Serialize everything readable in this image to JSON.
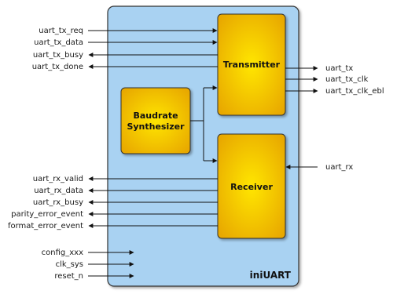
{
  "module": {
    "name": "iniUART",
    "fill": "#a9d2f2",
    "stroke": "#333333"
  },
  "blocks": {
    "transmitter": "Transmitter",
    "receiver": "Receiver",
    "baudrate_line1": "Baudrate",
    "baudrate_line2": "Synthesizer",
    "fill_center": "#ffe600",
    "fill_edge": "#e8a800"
  },
  "signals": {
    "tx_req": "uart_tx_req",
    "tx_data": "uart_tx_data",
    "tx_busy": "uart_tx_busy",
    "tx_done": "uart_tx_done",
    "rx_valid": "uart_rx_valid",
    "rx_data": "uart_rx_data",
    "rx_busy": "uart_rx_busy",
    "parity_error": "parity_error_event",
    "format_error": "format_error_event",
    "config": "config_xxx",
    "clk": "clk_sys",
    "reset": "reset_n",
    "tx": "uart_tx",
    "tx_clk": "uart_tx_clk",
    "tx_clk_ebl": "uart_tx_clk_ebl",
    "rx": "uart_rx"
  }
}
